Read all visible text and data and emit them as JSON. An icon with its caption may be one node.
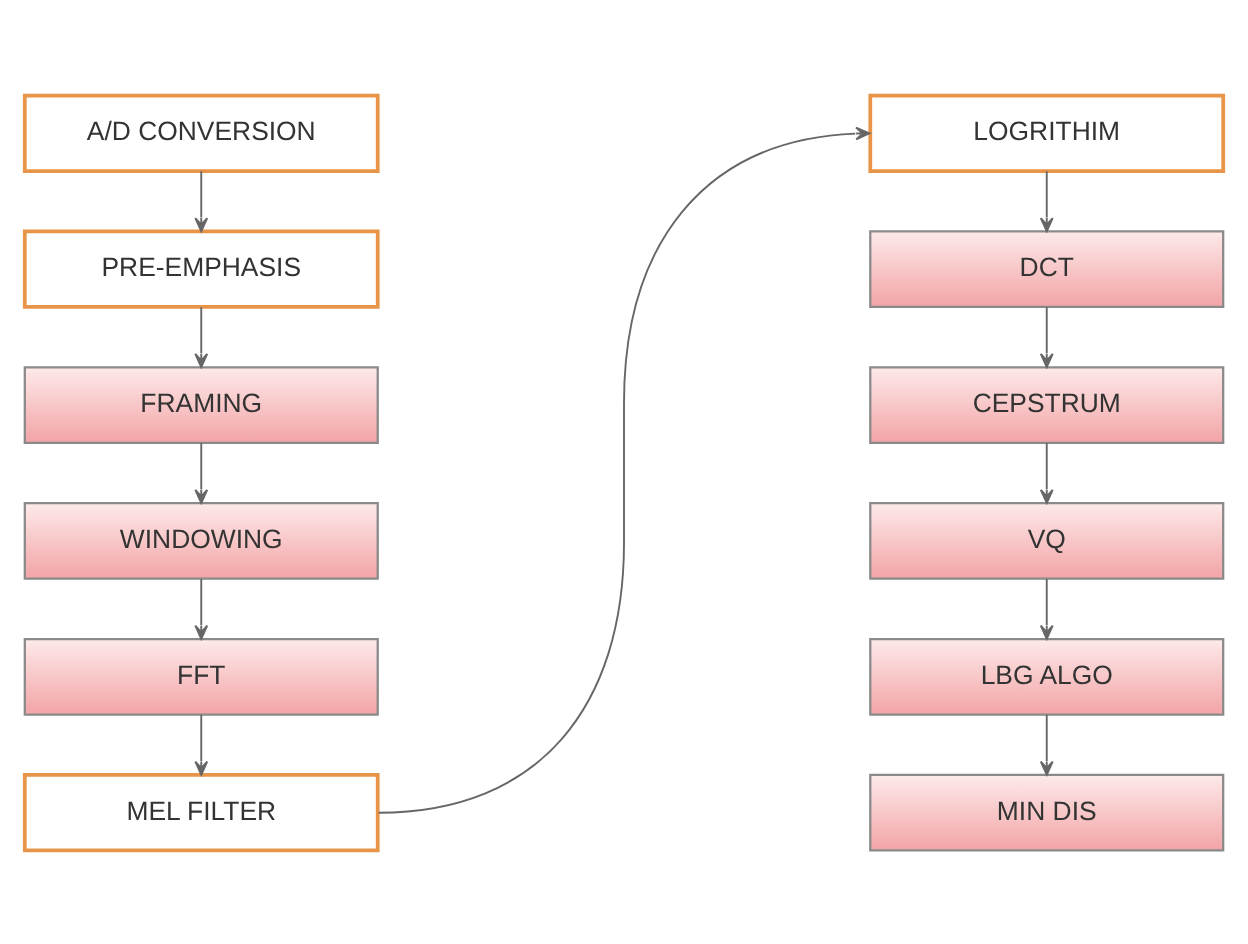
{
  "diagram": {
    "nodes": [
      {
        "text": [
          "A/D CONVERSION"
        ]
      },
      {
        "text": [
          "PRE-EMPHASIS"
        ]
      },
      {
        "text": [
          "FRAMING"
        ]
      },
      {
        "text": [
          "WINDOWING"
        ]
      },
      {
        "text": [
          "FFT"
        ]
      },
      {
        "text": [
          "MEL FILTER"
        ]
      },
      {
        "text": [
          "LOGRITHIM"
        ]
      },
      {
        "text": [
          "DCT"
        ]
      },
      {
        "text": [
          "CEPSTRUM"
        ]
      },
      {
        "text": [
          "VQ"
        ]
      },
      {
        "text": [
          "LBG ALGO"
        ]
      },
      {
        "text": [
          "MIN DIS"
        ]
      }
    ],
    "edges": [
      {
        "from": 0,
        "to": 1,
        "arrow": "to"
      },
      {
        "from": 1,
        "to": 2,
        "arrow": "to"
      },
      {
        "from": 2,
        "to": 3,
        "arrow": "to"
      },
      {
        "from": 3,
        "to": 4,
        "arrow": "to"
      },
      {
        "from": 4,
        "to": 5,
        "arrow": "to"
      },
      {
        "from": 5,
        "to": 6,
        "arrow": "to"
      },
      {
        "from": 6,
        "to": 7,
        "arrow": "to"
      },
      {
        "from": 7,
        "to": 8,
        "arrow": "to"
      },
      {
        "from": 8,
        "to": 9,
        "arrow": "to"
      },
      {
        "from": 9,
        "to": 10,
        "arrow": "to"
      },
      {
        "from": 10,
        "to": 11,
        "arrow": "to"
      }
    ]
  }
}
